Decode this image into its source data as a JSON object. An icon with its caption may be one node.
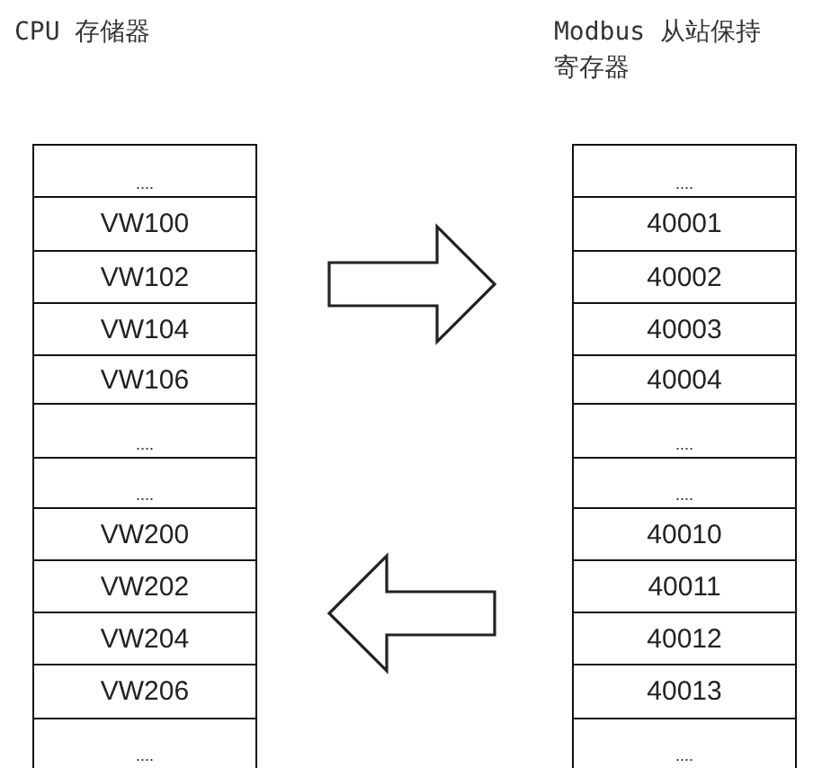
{
  "diagram": {
    "nodes": [
      {
        "text": [
          "CPU 存储器"
        ]
      },
      {
        "text": [
          "...."
        ],
        "in": 0
      },
      {
        "text": [
          "VW100"
        ],
        "in": 0
      },
      {
        "text": [
          "VW102"
        ],
        "in": 0
      },
      {
        "text": [
          "VW104"
        ],
        "in": 0
      },
      {
        "text": [
          "VW106"
        ],
        "in": 0
      },
      {
        "text": [
          "...."
        ],
        "in": 0
      },
      {
        "text": [
          "...."
        ],
        "in": 0
      },
      {
        "text": [
          "VW200"
        ],
        "in": 0
      },
      {
        "text": [
          "VW202"
        ],
        "in": 0
      },
      {
        "text": [
          "VW204"
        ],
        "in": 0
      },
      {
        "text": [
          "VW206"
        ],
        "in": 0
      },
      {
        "text": [
          "...."
        ],
        "in": 0
      },
      {
        "text": [
          "Modbus 从站保持寄存器"
        ]
      },
      {
        "text": [
          "...."
        ],
        "in": 13
      },
      {
        "text": [
          "40001"
        ],
        "in": 13
      },
      {
        "text": [
          "40002"
        ],
        "in": 13
      },
      {
        "text": [
          "40003"
        ],
        "in": 13
      },
      {
        "text": [
          "40004"
        ],
        "in": 13
      },
      {
        "text": [
          "...."
        ],
        "in": 13
      },
      {
        "text": [
          "...."
        ],
        "in": 13
      },
      {
        "text": [
          "40010"
        ],
        "in": 13
      },
      {
        "text": [
          "40011"
        ],
        "in": 13
      },
      {
        "text": [
          "40012"
        ],
        "in": 13
      },
      {
        "text": [
          "40013"
        ],
        "in": 13
      },
      {
        "text": [
          "...."
        ],
        "in": 13
      }
    ],
    "edges": [
      {
        "from": 0,
        "to": 13,
        "arrow": "to"
      },
      {
        "from": 13,
        "to": 0,
        "arrow": "to"
      }
    ]
  }
}
